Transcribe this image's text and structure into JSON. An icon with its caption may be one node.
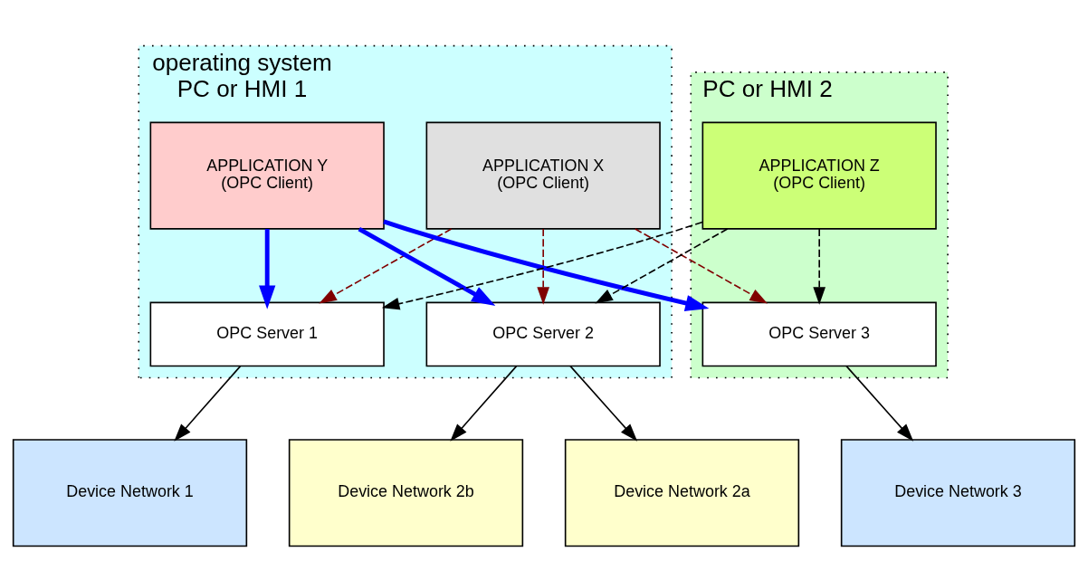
{
  "diagram": {
    "nodes": [
      {
        "text": [
          "operating system",
          "PC or HMI 1"
        ]
      },
      {
        "text": [
          "PC or HMI 2"
        ]
      },
      {
        "text": [
          "APPLICATION X",
          "(OPC Client)"
        ],
        "in": 0
      },
      {
        "text": [
          "APPLICATION Y",
          "(OPC Client)"
        ],
        "in": 0
      },
      {
        "text": [
          "APPLICATION Z",
          "(OPC Client)"
        ],
        "in": 1
      },
      {
        "text": [
          "OPC Server 1"
        ],
        "in": 0
      },
      {
        "text": [
          "OPC Server 2"
        ],
        "in": 0
      },
      {
        "text": [
          "OPC Server 3"
        ],
        "in": 1
      },
      {
        "text": [
          "Device Network 1"
        ]
      },
      {
        "text": [
          "Device Network 2a"
        ]
      },
      {
        "text": [
          "Device Network 2b"
        ]
      },
      {
        "text": [
          "Device Network 3"
        ]
      }
    ],
    "edges": [
      {
        "from": 2,
        "to": 5,
        "arrow": "to",
        "style": "dashed",
        "color": "#800000"
      },
      {
        "from": 2,
        "to": 6,
        "arrow": "to",
        "style": "dashed",
        "color": "#800000"
      },
      {
        "from": 2,
        "to": 7,
        "arrow": "to",
        "style": "dashed",
        "color": "#800000"
      },
      {
        "from": 3,
        "to": 5,
        "arrow": "to",
        "style": "thick",
        "color": "#0000ff"
      },
      {
        "from": 3,
        "to": 6,
        "arrow": "to",
        "style": "thick",
        "color": "#0000ff"
      },
      {
        "from": 3,
        "to": 7,
        "arrow": "to",
        "style": "thick",
        "color": "#0000ff"
      },
      {
        "from": 4,
        "to": 5,
        "arrow": "to",
        "style": "dashed"
      },
      {
        "from": 4,
        "to": 6,
        "arrow": "to",
        "style": "dashed"
      },
      {
        "from": 4,
        "to": 7,
        "arrow": "to",
        "style": "dashed"
      },
      {
        "from": 5,
        "to": 8,
        "arrow": "to"
      },
      {
        "from": 6,
        "to": 9,
        "arrow": "to"
      },
      {
        "from": 6,
        "to": 10,
        "arrow": "to"
      },
      {
        "from": 7,
        "to": 11,
        "arrow": "to"
      }
    ]
  }
}
